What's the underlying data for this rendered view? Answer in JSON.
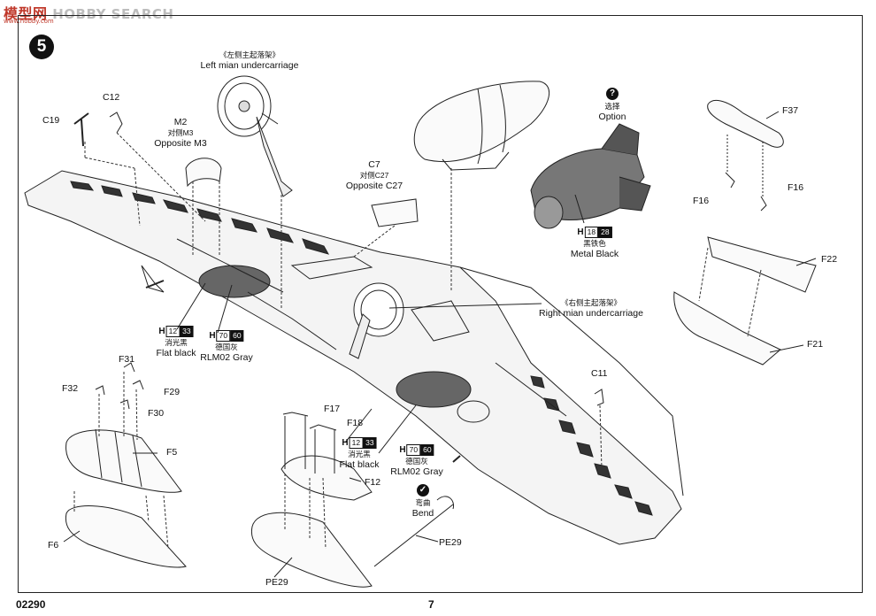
{
  "logo": {
    "text_cn": "模型网",
    "text": "HOBBY SEARCH",
    "sub": "www.hobby.com"
  },
  "step": "5",
  "labels": {
    "c19": "C19",
    "c12": "C12",
    "m2": "M2",
    "m3_cn": "对侧M3",
    "m3": "Opposite M3",
    "left_uc_cn": "《左侧主起落架》",
    "left_uc": "Left mian undercarriage",
    "c7": "C7",
    "c27_cn": "对侧C27",
    "c27": "Opposite C27",
    "option": "Option",
    "option_cn": "选择",
    "f37": "F37",
    "f16a": "F16",
    "f16b": "F16",
    "f22": "F22",
    "f21": "F21",
    "right_uc_cn": "《右侧主起落架》",
    "right_uc": "Right mian undercarriage",
    "c11": "C11",
    "f31": "F31",
    "f32": "F32",
    "f29": "F29",
    "f30": "F30",
    "f5": "F5",
    "f6": "F6",
    "f17": "F17",
    "f18": "F18",
    "f12": "F12",
    "pe29a": "PE29",
    "pe29b": "PE29",
    "bend_cn": "弯曲",
    "bend": "Bend"
  },
  "paints": {
    "metal_black": {
      "h": "H",
      "n1": "18",
      "n2": "28",
      "cn": "黑铁色",
      "name": "Metal  Black"
    },
    "flat_black_1": {
      "h": "H",
      "n1": "12",
      "n2": "33",
      "cn": "消光黑",
      "name": "Flat black"
    },
    "rlm02_1": {
      "h": "H",
      "n1": "70",
      "n2": "60",
      "cn": "德国灰",
      "name": "RLM02 Gray"
    },
    "flat_black_2": {
      "h": "H",
      "n1": "12",
      "n2": "33",
      "cn": "消光黑",
      "name": "Flat black"
    },
    "rlm02_2": {
      "h": "H",
      "n1": "70",
      "n2": "60",
      "cn": "德国灰",
      "name": "RLM02 Gray"
    }
  },
  "icons": {
    "option": "question-mark-icon",
    "bend": "checkmark-icon"
  },
  "footer": {
    "kit_number": "02290",
    "page": "7"
  }
}
